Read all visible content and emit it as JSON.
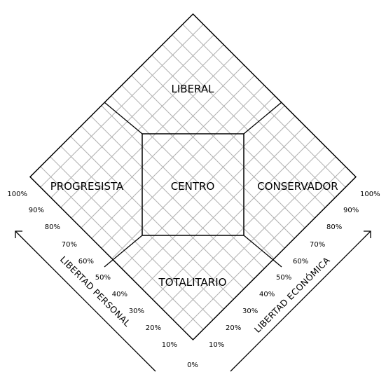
{
  "regions": {
    "top": "LIBERAL",
    "left": "PROGRESISTA",
    "center": "CENTRO",
    "right": "CONSERVADOR",
    "bottom": "TOTALITARIO"
  },
  "axes": {
    "personal": {
      "title": "LIBERTAD PERSONAL",
      "ticks": [
        "100%",
        "90%",
        "80%",
        "70%",
        "60%",
        "50%",
        "40%",
        "30%",
        "20%",
        "10%"
      ]
    },
    "economic": {
      "title": "LIBERTAD ECONÓMICA",
      "ticks": [
        "10%",
        "20%",
        "30%",
        "40%",
        "50%",
        "60%",
        "70%",
        "80%",
        "90%",
        "100%"
      ]
    },
    "origin": "0%"
  }
}
